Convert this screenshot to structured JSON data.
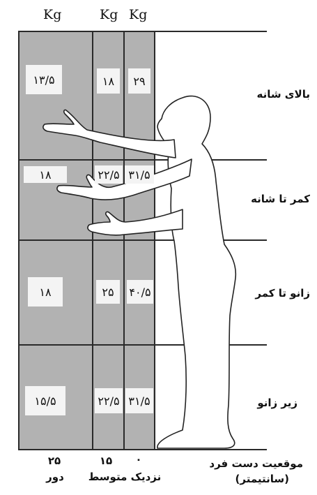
{
  "header": {
    "units": [
      "Kg",
      "Kg",
      "Kg"
    ]
  },
  "zones": [
    {
      "label": "بالای شانه",
      "far": "۱۳/۵",
      "mid": "۱۸",
      "near": "۲۹"
    },
    {
      "label": "کمر تا شانه",
      "far": "۱۸",
      "mid": "۲۲/۵",
      "near": "۳۱/۵"
    },
    {
      "label": "زانو تا کمر",
      "far": "۱۸",
      "mid": "۲۵",
      "near": "۴۰/۵"
    },
    {
      "label": "زیر زانو",
      "far": "۱۵/۵",
      "mid": "۲۲/۵",
      "near": "۳۱/۵"
    }
  ],
  "footer": {
    "row_label_1": "موقعیت دست فرد",
    "row_label_2": "(سانتیمتر)",
    "far_value": "۲۵",
    "mid_value": "۱۵",
    "near_value": "۰",
    "far_text": "دور",
    "mid_near_text": "نزدیک متوسط"
  },
  "colors": {
    "column_fill": "#b2b2b2",
    "lines": "#2a2a2a",
    "box_fill": "#f4f4f4"
  }
}
